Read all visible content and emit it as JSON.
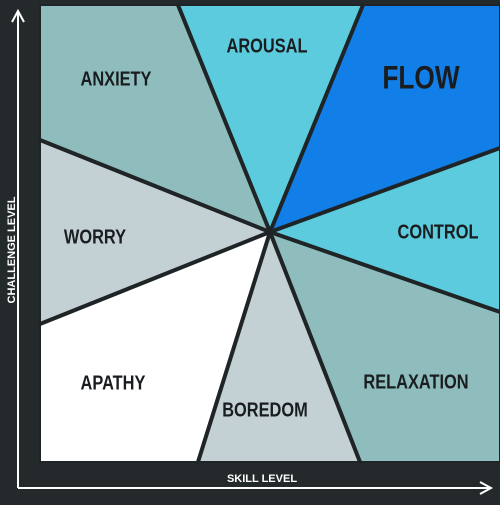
{
  "axes": {
    "x_label": "SKILL LEVEL",
    "y_label": "CHALLENGE LEVEL"
  },
  "colors": {
    "background": "#242a2c",
    "axis": "#ffffff",
    "divider": "#1f2426",
    "label": "#1a1d1f"
  },
  "regions": [
    {
      "id": "anxiety",
      "label": "ANXIETY",
      "color": "#8fbcbc",
      "bold": false
    },
    {
      "id": "arousal",
      "label": "AROUSAL",
      "color": "#5ccbdd",
      "bold": false
    },
    {
      "id": "flow",
      "label": "FLOW",
      "color": "#127fe8",
      "bold": true
    },
    {
      "id": "control",
      "label": "CONTROL",
      "color": "#5ccbdd",
      "bold": false
    },
    {
      "id": "relaxation",
      "label": "RELAXATION",
      "color": "#8fbcbc",
      "bold": false
    },
    {
      "id": "boredom",
      "label": "BOREDOM",
      "color": "#c3d1d4",
      "bold": false
    },
    {
      "id": "apathy",
      "label": "APATHY",
      "color": "#ffffff",
      "bold": false
    },
    {
      "id": "worry",
      "label": "WORRY",
      "color": "#c3d1d4",
      "bold": false
    }
  ]
}
